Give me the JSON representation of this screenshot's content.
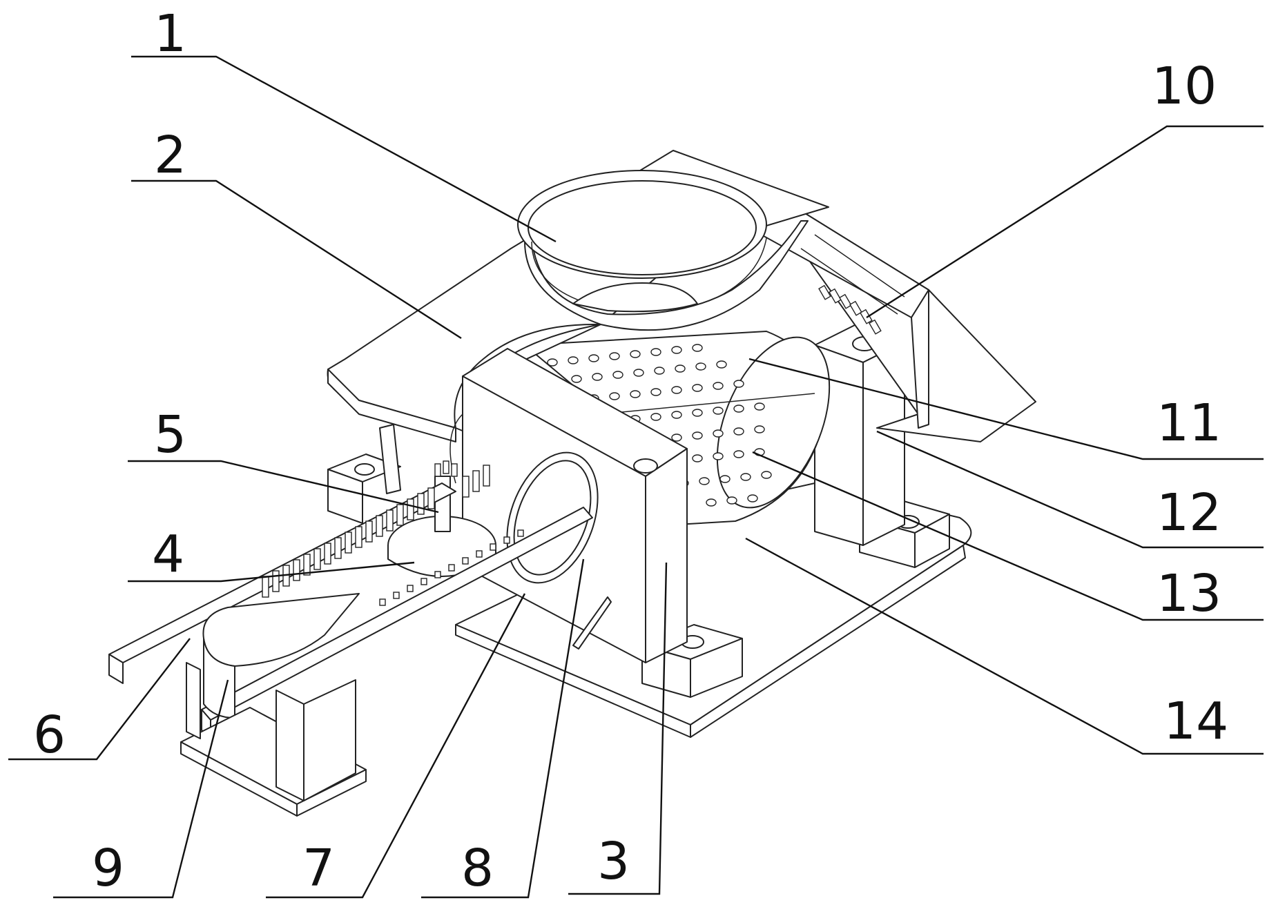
{
  "figure": {
    "labels": [
      {
        "id": "1",
        "text": "1"
      },
      {
        "id": "2",
        "text": "2"
      },
      {
        "id": "3",
        "text": "3"
      },
      {
        "id": "4",
        "text": "4"
      },
      {
        "id": "5",
        "text": "5"
      },
      {
        "id": "6",
        "text": "6"
      },
      {
        "id": "7",
        "text": "7"
      },
      {
        "id": "8",
        "text": "8"
      },
      {
        "id": "9",
        "text": "9"
      },
      {
        "id": "10",
        "text": "10"
      },
      {
        "id": "11",
        "text": "11"
      },
      {
        "id": "12",
        "text": "12"
      },
      {
        "id": "13",
        "text": "13"
      },
      {
        "id": "14",
        "text": "14"
      }
    ],
    "colors": {
      "line": "#222222",
      "background": "#ffffff",
      "text": "#111111"
    }
  }
}
